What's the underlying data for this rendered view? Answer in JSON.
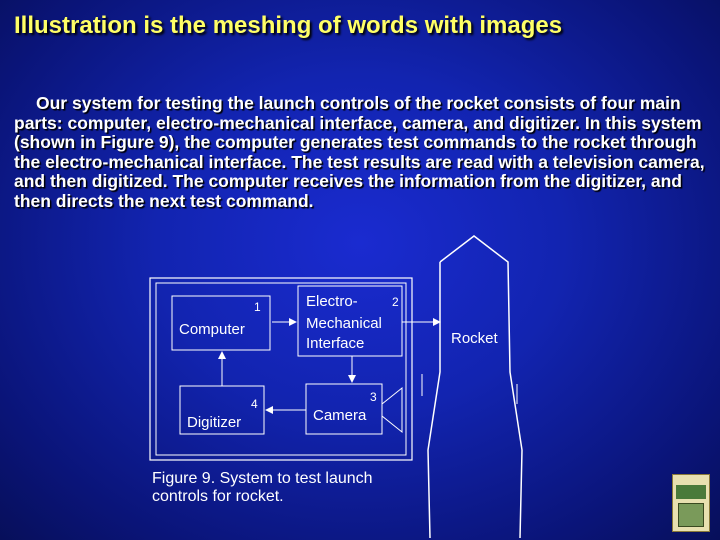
{
  "slide": {
    "title": "Illustration is the meshing of words with images",
    "body": "Our system for testing the launch controls of the rocket consists of four main parts: computer, electro-mechanical interface, camera, and digitizer. In this system (shown in Figure 9), the computer generates test commands to the rocket through the electro-mechanical interface.  The test results are read with a television camera, and then digitized. The computer receives the information from the digitizer, and then directs the next test command."
  },
  "diagram": {
    "nodes": [
      {
        "id": "computer",
        "number": "1",
        "lines": [
          "Computer"
        ]
      },
      {
        "id": "interface",
        "number": "2",
        "lines": [
          "Electro-",
          "Mechanical",
          "Interface"
        ]
      },
      {
        "id": "camera",
        "number": "3",
        "lines": [
          "Camera"
        ]
      },
      {
        "id": "digitizer",
        "number": "4",
        "lines": [
          "Digitizer"
        ]
      }
    ],
    "rocket_label": "Rocket"
  },
  "caption": {
    "line1": "Figure 9. System to test launch",
    "line2": "controls for rocket."
  },
  "colors": {
    "title": "#ffff66",
    "text": "#ffffff",
    "background": "#1224b0"
  },
  "icons": [
    "book-cover-icon"
  ]
}
